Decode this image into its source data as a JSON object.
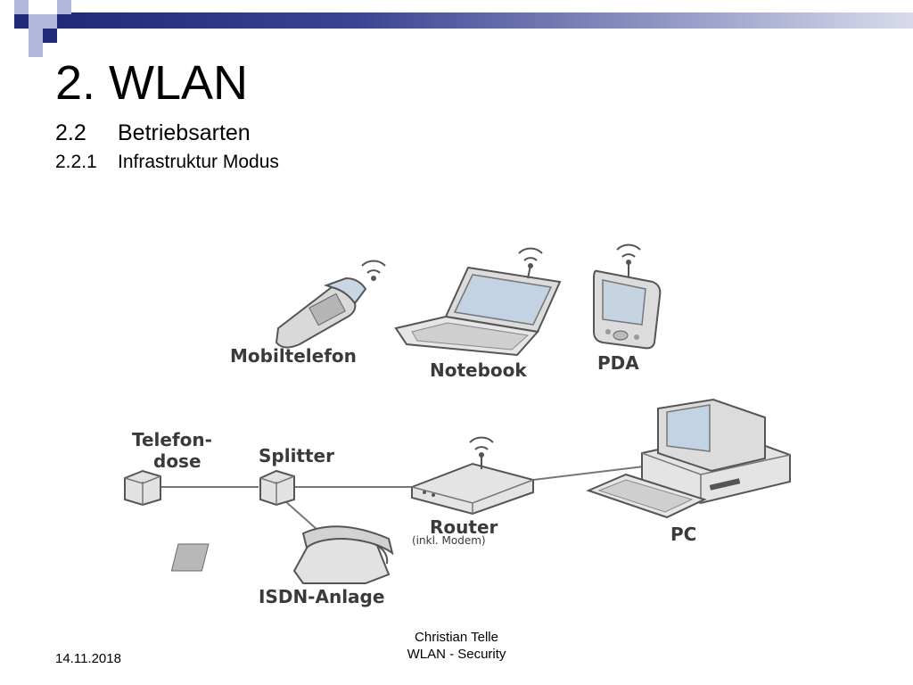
{
  "slide": {
    "title": "2.  WLAN",
    "section_num": "2.2",
    "section_title": "Betriebsarten",
    "subsection_num": "2.2.1",
    "subsection_title": "Infrastruktur Modus"
  },
  "diagram": {
    "mobile_label": "Mobiltelefon",
    "notebook_label": "Notebook",
    "pda_label": "PDA",
    "telefondose_label_1": "Telefon-",
    "telefondose_label_2": "dose",
    "splitter_label": "Splitter",
    "router_label": "Router",
    "router_sublabel": "(inkl. Modem)",
    "pc_label": "PC",
    "isdn_label": "ISDN-Anlage"
  },
  "footer": {
    "date": "14.11.2018",
    "author": "Christian Telle",
    "topic": "WLAN - Security"
  },
  "colors": {
    "brand_dark": "#1f2a7a",
    "brand_light": "#b3b7d9"
  }
}
